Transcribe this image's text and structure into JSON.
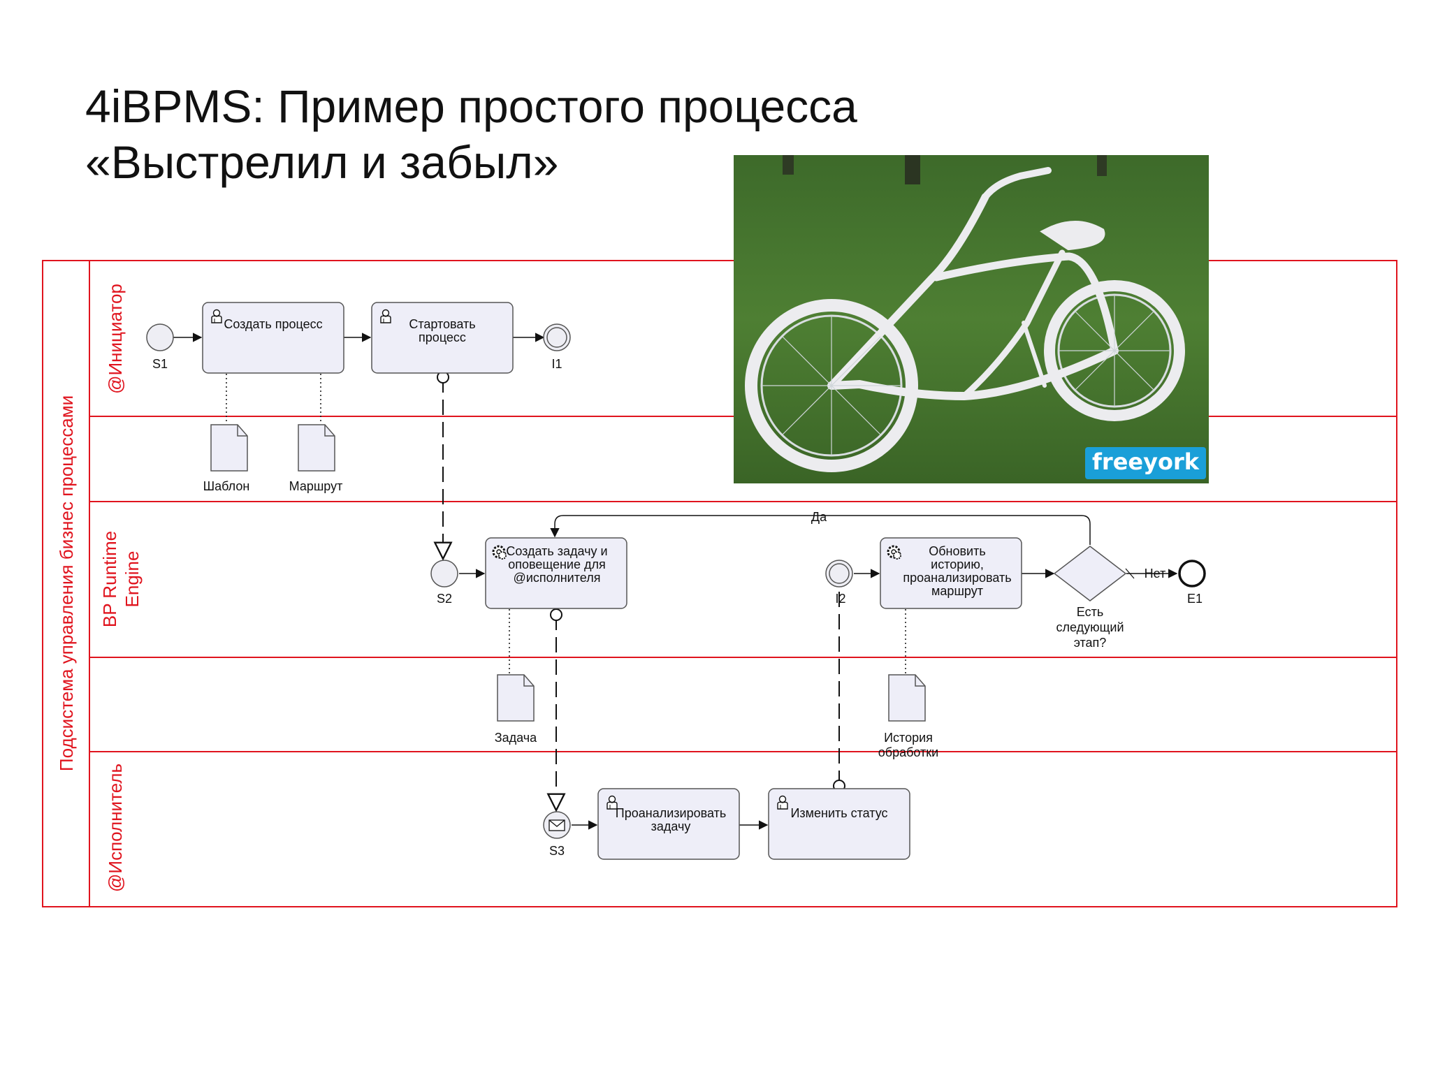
{
  "title": {
    "line1": "4iBPMS: Пример простого процесса",
    "line2": "«Выстрелил и забыл»"
  },
  "colors": {
    "pool_border": "#e0141e",
    "task_fill": "#eeeef8",
    "task_border": "#555555",
    "watermark_bg": "#1a9fd8"
  },
  "pool": {
    "label": "Подсистема управления бизнес процессами"
  },
  "lanes": {
    "initiator": "@Инициатор",
    "engine": "BP Runtime Engine",
    "executor": "@Исполнитель"
  },
  "tasks": {
    "create_process": "Создать процесс",
    "start_process": "Стартовать процесс",
    "create_task": "Создать задачу и оповещение для @исполнителя",
    "update_history": "Обновить историю, проанализировать маршрут",
    "analyze_task": "Проанализировать задачу",
    "change_status": "Изменить статус"
  },
  "task_icons": {
    "create_process": "user-icon",
    "start_process": "user-icon",
    "create_task": "gear-icon",
    "update_history": "gear-icon",
    "analyze_task": "user-icon",
    "change_status": "user-icon"
  },
  "events": {
    "s1": "S1",
    "i1": "I1",
    "s2": "S2",
    "i2": "I2",
    "e1": "E1",
    "s3": "S3"
  },
  "documents": {
    "template": "Шаблон",
    "route": "Маршрут",
    "task": "Задача",
    "history": "История обработки"
  },
  "gateway": {
    "label": "Есть следующий этап?",
    "yes": "Да",
    "no": "Нет"
  },
  "photo": {
    "watermark": "freeyork"
  }
}
